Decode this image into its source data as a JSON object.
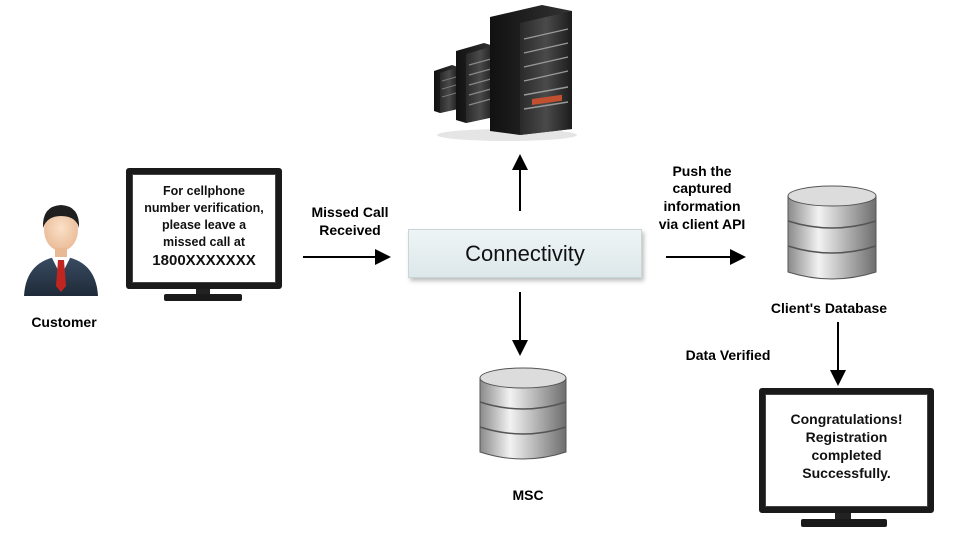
{
  "customer": {
    "label": "Customer"
  },
  "phone_screen": {
    "lines": [
      "For cellphone",
      "number verification,",
      "please leave a",
      "missed call at"
    ],
    "number": "1800XXXXXXX"
  },
  "arrow_missed_call": {
    "label_line1": "Missed Call",
    "label_line2": "Received"
  },
  "connectivity": {
    "label": "Connectivity"
  },
  "msc": {
    "label": "MSC"
  },
  "push_label": {
    "lines": [
      "Push the",
      "captured",
      "information",
      "via client API"
    ]
  },
  "client_db": {
    "label": "Client's Database"
  },
  "data_verified": {
    "label": "Data Verified"
  },
  "result_screen": {
    "lines": [
      "Congratulations!",
      "Registration",
      "completed",
      "Successfully."
    ]
  }
}
